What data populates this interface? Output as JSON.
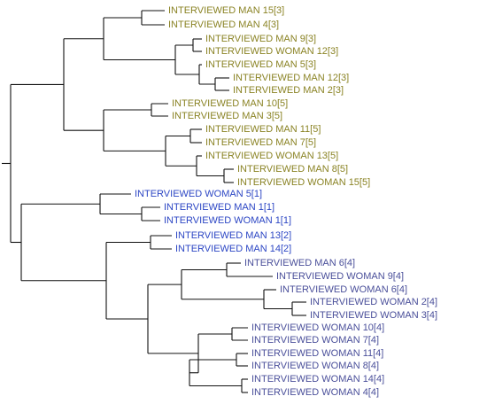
{
  "colors": {
    "group_olive": "#8a8324",
    "group_blue": "#2c46c4",
    "group_purple": "#4a4f9a",
    "branch": "#111111"
  },
  "leaves": [
    {
      "label": "INTERVIEWED MAN 15[3]",
      "color": "group_olive"
    },
    {
      "label": "INTERVIEWED MAN 4[3]",
      "color": "group_olive"
    },
    {
      "label": "INTERVIEWED MAN 9[3]",
      "color": "group_olive"
    },
    {
      "label": "INTERVIEWED WOMAN 12[3]",
      "color": "group_olive"
    },
    {
      "label": "INTERVIEWED MAN 5[3]",
      "color": "group_olive"
    },
    {
      "label": "INTERVIEWED MAN 12[3]",
      "color": "group_olive"
    },
    {
      "label": "INTERVIEWED MAN 2[3]",
      "color": "group_olive"
    },
    {
      "label": "INTERVIEWED MAN 10[5]",
      "color": "group_olive"
    },
    {
      "label": "INTERVIEWED MAN 3[5]",
      "color": "group_olive"
    },
    {
      "label": "INTERVIEWED MAN 11[5]",
      "color": "group_olive"
    },
    {
      "label": "INTERVIEWED MAN 7[5]",
      "color": "group_olive"
    },
    {
      "label": "INTERVIEWED WOMAN 13[5]",
      "color": "group_olive"
    },
    {
      "label": "INTERVIEWED MAN 8[5]",
      "color": "group_olive"
    },
    {
      "label": "INTERVIEWED WOMAN 15[5]",
      "color": "group_olive"
    },
    {
      "label": "INTERVIEWED WOMAN 5[1]",
      "color": "group_blue"
    },
    {
      "label": "INTERVIEWED MAN 1[1]",
      "color": "group_blue"
    },
    {
      "label": "INTERVIEWED WOMAN  1[1]",
      "color": "group_blue"
    },
    {
      "label": "INTERVIEWED MAN 13[2]",
      "color": "group_blue"
    },
    {
      "label": "INTERVIEWED MAN 14[2]",
      "color": "group_blue"
    },
    {
      "label": "INTERVIEWED MAN 6[4]",
      "color": "group_purple"
    },
    {
      "label": "INTERVIEWED WOMAN 9[4]",
      "color": "group_purple"
    },
    {
      "label": "INTERVIEWED WOMAN 6[4]",
      "color": "group_purple"
    },
    {
      "label": "INTERVIEWED WOMAN 2[4]",
      "color": "group_purple"
    },
    {
      "label": "INTERVIEWED WOMAN 3[4]",
      "color": "group_purple"
    },
    {
      "label": "INTERVIEWED WOMAN 10[4]",
      "color": "group_purple"
    },
    {
      "label": "INTERVIEWED WOMAN 7[4]",
      "color": "group_purple"
    },
    {
      "label": "INTERVIEWED WOMAN 11[4]",
      "color": "group_purple"
    },
    {
      "label": "INTERVIEWED WOMAN 8[4]",
      "color": "group_purple"
    },
    {
      "label": "INTERVIEWED WOMAN 14[4]",
      "color": "group_purple"
    },
    {
      "label": "INTERVIEWED WOMAN 4[4]",
      "color": "group_purple"
    }
  ]
}
